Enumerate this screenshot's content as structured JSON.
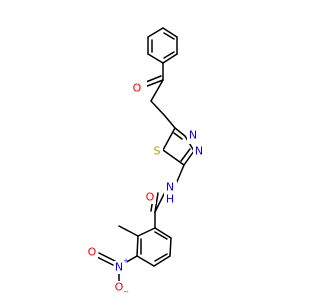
{
  "molecule": {
    "atoms": {
      "carbonyl_O_top": {
        "label": "O",
        "color": "#ff0000"
      },
      "S": {
        "label": "S",
        "color": "#b8a000"
      },
      "N_ring_upper": {
        "label": "N",
        "color": "#0000ff"
      },
      "N_ring_lower": {
        "label": "N",
        "color": "#0000ff"
      },
      "NH": {
        "label": "N",
        "color": "#0000ff"
      },
      "NH_H": {
        "label": "H",
        "color": "#0000ff"
      },
      "amide_O": {
        "label": "O",
        "color": "#ff0000"
      },
      "nitro_N": {
        "label": "N",
        "color": "#0000ff"
      },
      "nitro_N_charge": {
        "label": "+",
        "color": "#0000ff"
      },
      "nitro_O_double": {
        "label": "O",
        "color": "#ff0000"
      },
      "nitro_O_single": {
        "label": "O",
        "color": "#ff0000"
      },
      "nitro_O_charge": {
        "label": "−",
        "color": "#ff0000"
      }
    }
  }
}
